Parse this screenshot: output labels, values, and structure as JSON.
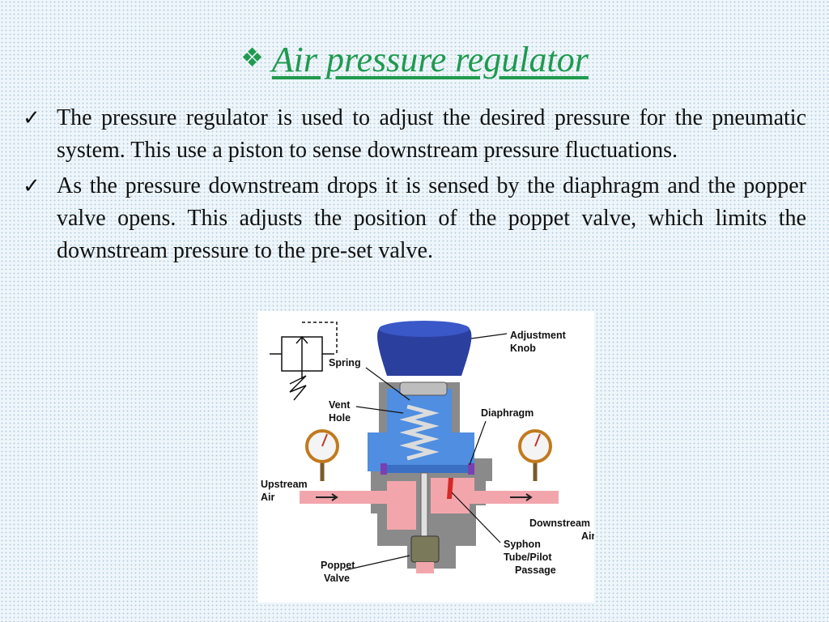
{
  "slide": {
    "title": "Air pressure regulator",
    "title_bullet_icon": "diamond-quad-icon",
    "bullet_icon": "checkmark-icon",
    "bullets": [
      "The pressure regulator is used to adjust the desired pressure for the pneumatic system. This use a piston to sense downstream pressure fluctuations.",
      "As the pressure downstream drops it is sensed by the diaphragm and the popper valve opens. This adjusts the position of the poppet valve, which limits the downstream pressure to the pre-set valve."
    ]
  },
  "diagram": {
    "labels": {
      "adjustment_knob_1": "Adjustment",
      "adjustment_knob_2": "Knob",
      "spring": "Spring",
      "vent_hole_1": "Vent",
      "vent_hole_2": "Hole",
      "diaphragm": "Diaphragm",
      "upstream_air_1": "Upstream",
      "upstream_air_2": "Air",
      "downstream_air_1": "Downstream",
      "downstream_air_2": "Air",
      "syphon_1": "Syphon",
      "syphon_2": "Tube/Pilot",
      "syphon_3": "Passage",
      "poppet_valve_1": "Poppet",
      "poppet_valve_2": "Valve"
    },
    "colors": {
      "knob": "#2b3f9e",
      "chamber": "#4f8ee0",
      "body": "#8a8a8a",
      "air": "#f2a6ac",
      "spring": "#d8d8d8",
      "title_green": "#1f9a4f"
    }
  }
}
